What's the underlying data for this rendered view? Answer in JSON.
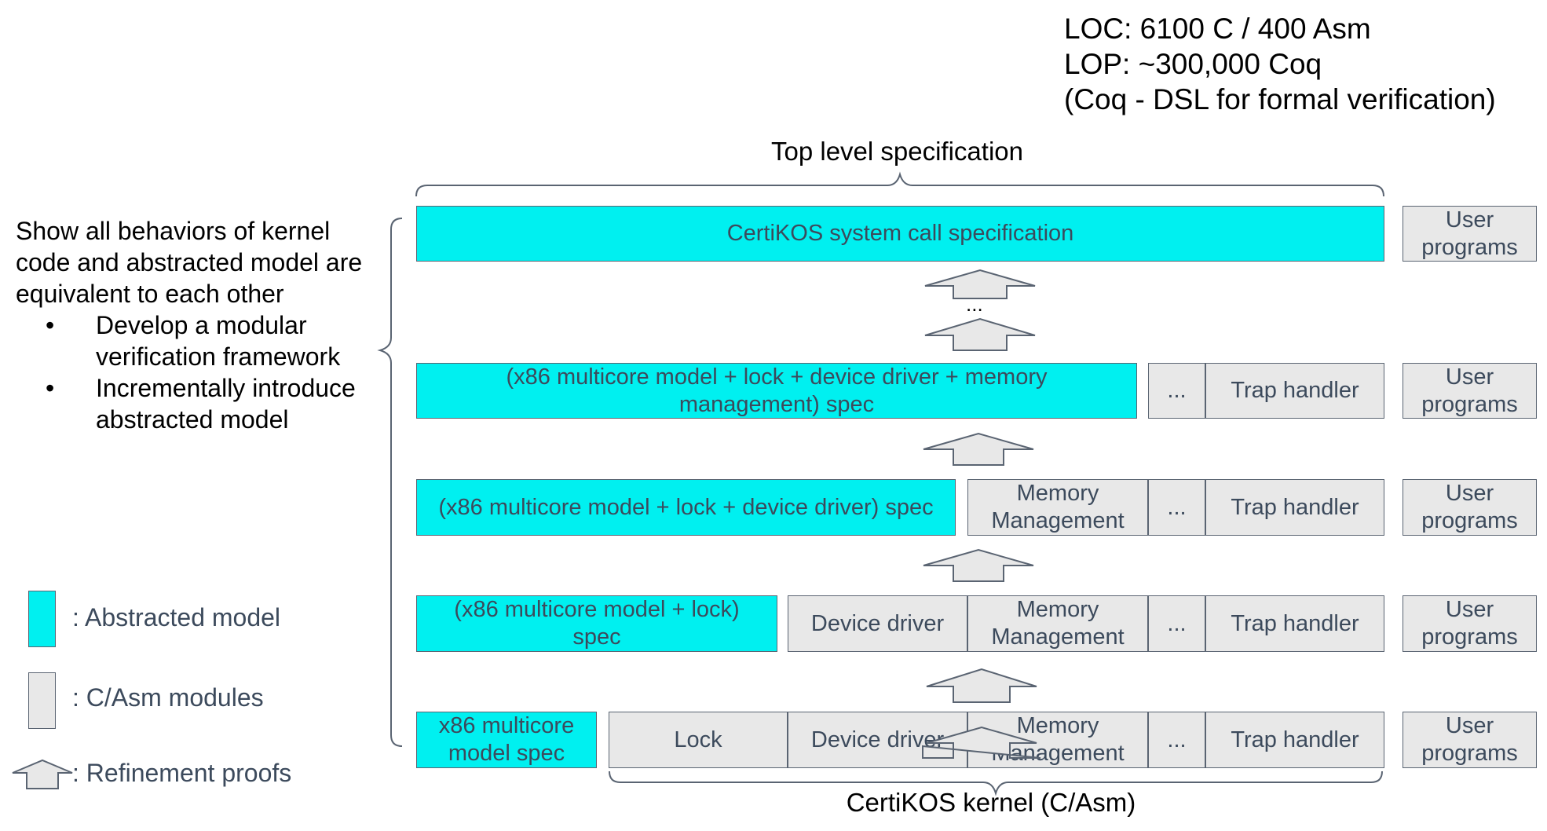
{
  "stats": {
    "loc": "LOC: 6100 C / 400 Asm",
    "lop": "LOP: ~300,000 Coq",
    "note": "(Coq - DSL for formal verification)"
  },
  "labels": {
    "top_spec": "Top level specification",
    "kernel": "CertiKOS kernel (C/Asm)",
    "ellipsis_between": "..."
  },
  "description": {
    "main": "Show all behaviors of kernel code and abstracted model are equivalent to each other",
    "bullets": [
      "Develop a modular verification framework",
      "Incrementally introduce abstracted model"
    ],
    "bullet_char": "•"
  },
  "layers": {
    "l5": {
      "spec": "CertiKOS system call specification",
      "user": "User programs"
    },
    "l4": {
      "spec": "(x86 multicore model + lock + device driver + memory management) spec",
      "ellipsis": "...",
      "trap": "Trap handler",
      "user": "User programs"
    },
    "l3": {
      "spec": "(x86 multicore model + lock + device driver) spec",
      "memory": "Memory Management",
      "ellipsis": "...",
      "trap": "Trap handler",
      "user": "User programs"
    },
    "l2": {
      "spec": "(x86 multicore model + lock) spec",
      "device": "Device driver",
      "memory": "Memory Management",
      "ellipsis": "...",
      "trap": "Trap handler",
      "user": "User programs"
    },
    "l1": {
      "spec": "x86 multicore model spec",
      "lock": "Lock",
      "device": "Device driver",
      "memory": "Memory Management",
      "ellipsis": "...",
      "trap": "Trap handler",
      "user": "User programs"
    }
  },
  "legend": {
    "abstracted": ": Abstracted model",
    "modules": ": C/Asm modules",
    "refinement": ": Refinement proofs"
  },
  "colors": {
    "abstracted": "#00f0f0",
    "modules": "#e8e8e8",
    "border": "#5a6472",
    "text": "#3c4a5c"
  }
}
